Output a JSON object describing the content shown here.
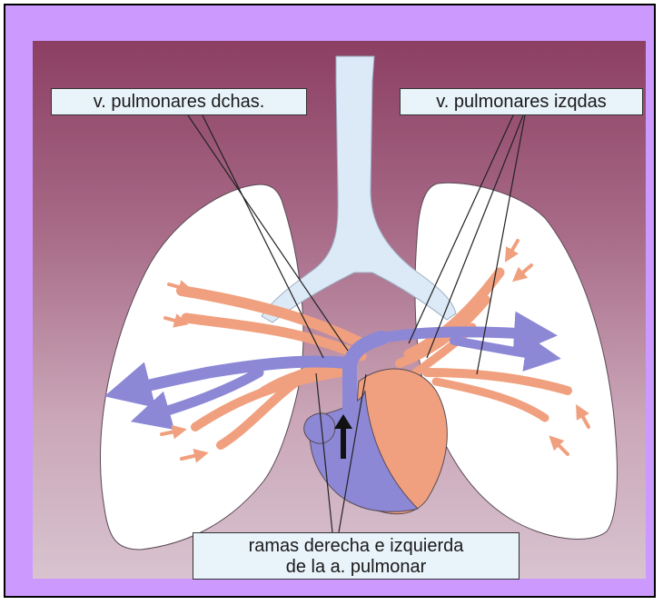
{
  "labels": {
    "pulmonary_veins_right": "v. pulmonares dchas.",
    "pulmonary_veins_left": "v. pulmonares izqdas",
    "pulmonary_artery_branches_line1": "ramas derecha e izquierda",
    "pulmonary_artery_branches_line2": "de la a. pulmonar"
  },
  "colors": {
    "frame_background": "#cc99ff",
    "lung_fill": "#ffffff",
    "trachea_fill": "#dce9f6",
    "artery_blue": "#8c88d6",
    "vein_salmon": "#f0a07e",
    "heart_orange": "#f0a07e",
    "heart_blue": "#8c88d6",
    "label_background": "#e9f3fa"
  }
}
